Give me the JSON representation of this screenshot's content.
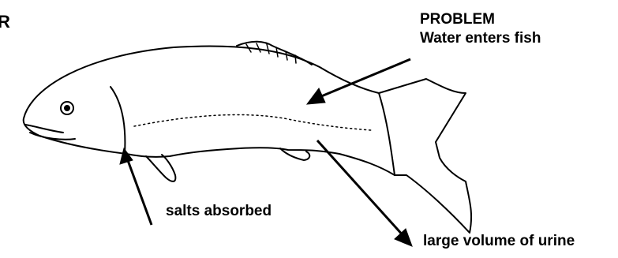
{
  "labels": {
    "corner": "R",
    "problem_title": "PROBLEM",
    "problem_text": "Water enters fish",
    "salts": "salts absorbed",
    "urine": "large volume of urine"
  },
  "colors": {
    "ink": "#000000",
    "background": "#ffffff"
  },
  "icons": {
    "fish": "fish-illustration",
    "arrow": "arrow-icon"
  }
}
